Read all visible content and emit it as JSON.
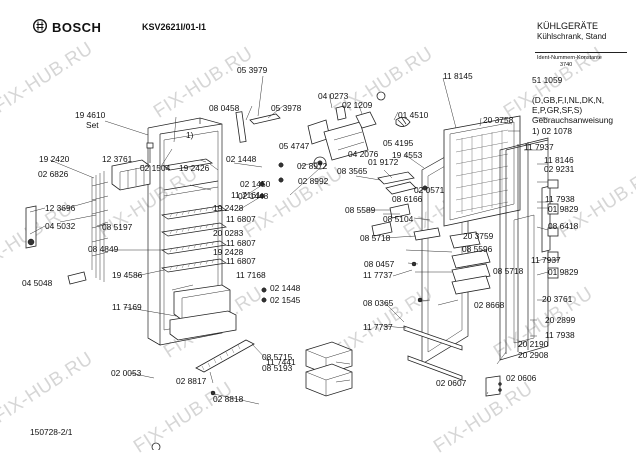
{
  "header": {
    "brand": "BOSCH",
    "model": "KSV2621I/01-I1",
    "category": "KÜHLGERÄTE",
    "subcategory": "Kühlschrank, Stand",
    "ident_label": "Ident-Nummern-Konstante",
    "ident_value": "3740"
  },
  "info_block": {
    "part_number": "51 1059",
    "countries_line1": "(D,GB,F,I,NL,DK,N,",
    "countries_line2": "E,P,GR,SF,S)",
    "manual_label": "Gebrauchsanweisung",
    "manual_ref": "1) 02 1078"
  },
  "footer": {
    "drawing_id": "150728-2/1"
  },
  "watermark": "FIX-HUB.RU",
  "callouts": [
    "19 4610",
    "Set",
    "05 3979",
    "08 0458",
    "05 3978",
    "04 0273",
    "02 1209",
    "01 4510",
    "11 8145",
    "20 3758",
    "1)",
    "12 3761",
    "19 2420",
    "02 1504",
    "19 2426",
    "02 1448",
    "05 4747",
    "05 4195",
    "04 2076",
    "19 4553",
    "11 7937",
    "11 8146",
    "02 6826",
    "02 8972",
    "02 8992",
    "08 3565",
    "01 9172",
    "02 9231",
    "11 7161",
    "02 1450",
    "02 1448",
    "02 0571",
    "12 3696",
    "04 5032",
    "08 5197",
    "19 2428",
    "11 6807",
    "08 5589",
    "08 6166",
    "08 5104",
    "20 0283",
    "11 6807",
    "08 4849",
    "19 2428",
    "08 5718",
    "08 5596",
    "11 6807",
    "20 3759",
    "08 5718",
    "04 5048",
    "19 4586",
    "11 7168",
    "11 7737",
    "08 0457",
    "11 7169",
    "02 1448",
    "02 1545",
    "08 0365",
    "02 8668",
    "20 3761",
    "02 0053",
    "11 7441",
    "11 7737",
    "08 5715",
    "08 5193",
    "02 8817",
    "02 8818",
    "02 0607",
    "02 0606",
    "11 7938",
    "01 9829",
    "08 6418",
    "11 7937",
    "01 9829",
    "20 2899",
    "11 7938",
    "20 2190",
    "20 2908"
  ]
}
